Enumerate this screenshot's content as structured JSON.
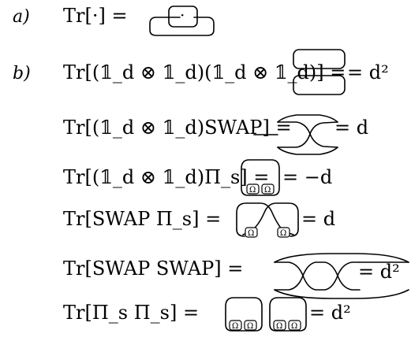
{
  "labels": {
    "a": "a)",
    "b": "b)"
  },
  "equations": [
    {
      "lhs": "Tr[·] =",
      "rhs": ""
    },
    {
      "lhs": "Tr[(𝟙_d ⊗ 𝟙_d)(𝟙_d ⊗ 𝟙_d)] =",
      "rhs": "= d²"
    },
    {
      "lhs": "Tr[(𝟙_d ⊗ 𝟙_d)SWAP] =",
      "rhs": "= d"
    },
    {
      "lhs": "Tr[(𝟙_d ⊗ 𝟙_d)Π_s] =",
      "rhs": "= −d"
    },
    {
      "lhs": "Tr[SWAP Π_s] =",
      "rhs": "= d"
    },
    {
      "lhs": "Tr[SWAP SWAP] =",
      "rhs": "= d²"
    },
    {
      "lhs": "Tr[Π_s Π_s] =",
      "rhs": "= d²"
    }
  ],
  "dot_symbol": "·",
  "omega_symbol": "Ω"
}
